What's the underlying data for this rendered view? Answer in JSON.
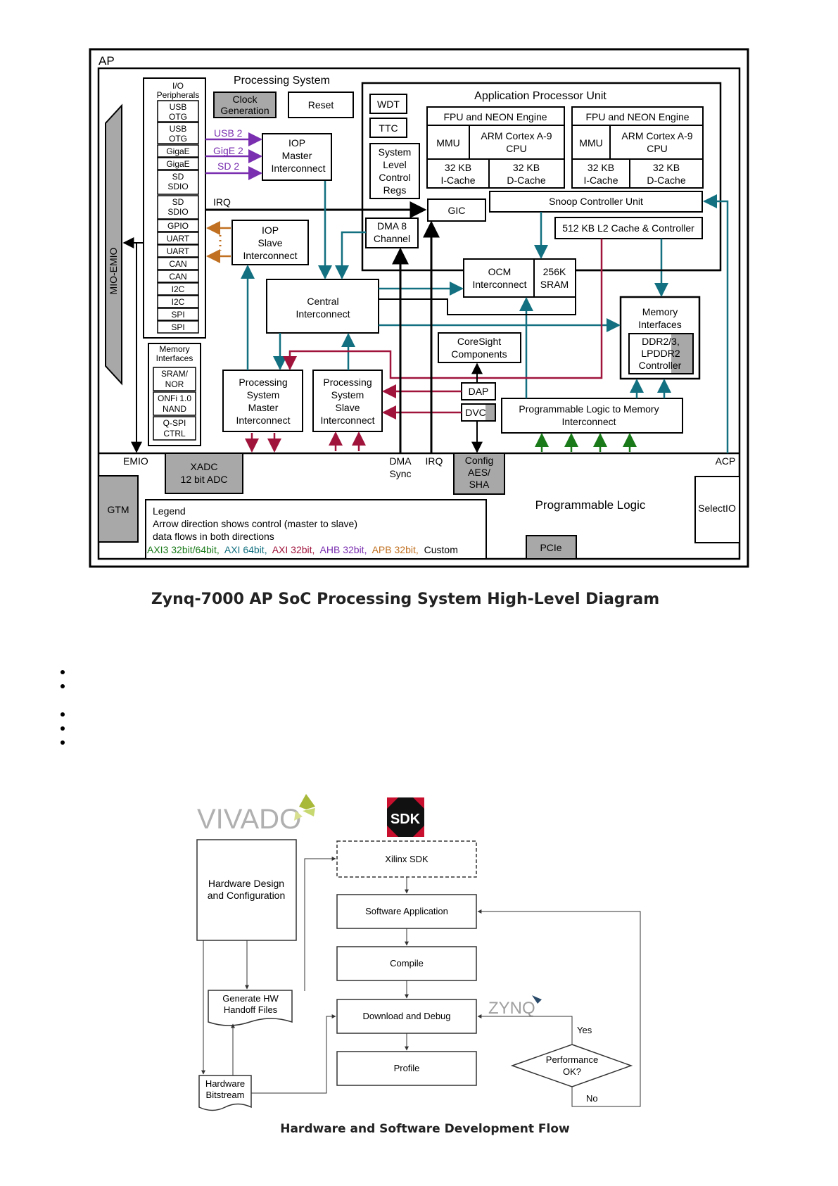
{
  "zynq_diagram": {
    "caption": "Zynq-7000 AP SoC Processing System High-Level Diagram",
    "ap_label": "AP",
    "processing_system": "Processing System",
    "io_peripherals": {
      "title": [
        "I/O",
        "Peripherals"
      ],
      "items": [
        [
          "USB",
          "OTG"
        ],
        [
          "USB",
          "OTG"
        ],
        [
          "GigaE"
        ],
        [
          "GigaE"
        ],
        [
          "SD",
          "SDIO"
        ],
        [
          "SD",
          "SDIO"
        ],
        [
          "GPIO"
        ],
        [
          "UART"
        ],
        [
          "UART"
        ],
        [
          "CAN"
        ],
        [
          "CAN"
        ],
        [
          "I2C"
        ],
        [
          "I2C"
        ],
        [
          "SPI"
        ],
        [
          "SPI"
        ]
      ]
    },
    "mio_emio": "MIO-EMIO",
    "clock_generation": [
      "Clock",
      "Generation"
    ],
    "reset": "Reset",
    "usb2": "USB 2",
    "gige2": "GigE 2",
    "sd2": "SD 2",
    "irq_left": "IRQ",
    "iop_master": [
      "IOP",
      "Master",
      "Interconnect"
    ],
    "iop_slave": [
      "IOP",
      "Slave",
      "Interconnect"
    ],
    "wdt": "WDT",
    "ttc": "TTC",
    "slcr": [
      "System",
      "Level",
      "Control",
      "Regs"
    ],
    "apu_title": "Application Processor Unit",
    "fpu_neon": "FPU and NEON Engine",
    "mmu": "MMU",
    "arm_cpu": [
      "ARM Cortex A-9",
      "CPU"
    ],
    "icache": [
      "32 KB",
      "I-Cache"
    ],
    "dcache": [
      "32 KB",
      "D-Cache"
    ],
    "gic": "GIC",
    "snoop": "Snoop Controller Unit",
    "l2_cache": "512 KB L2 Cache & Controller",
    "dma": [
      "DMA 8",
      "Channel"
    ],
    "ocm": [
      "OCM",
      "Interconnect"
    ],
    "sram256": [
      "256K",
      "SRAM"
    ],
    "central": [
      "Central",
      "Interconnect"
    ],
    "memory_interfaces_right": [
      "Memory",
      "Interfaces"
    ],
    "ddr_ctrl": [
      "DDR2/3,",
      "LPDDR2",
      "Controller"
    ],
    "memory_interfaces_left": {
      "title": [
        "Memory",
        "Interfaces"
      ],
      "items": [
        [
          "SRAM/",
          "NOR"
        ],
        [
          "ONFi 1.0",
          "NAND"
        ],
        [
          "Q-SPI",
          "CTRL"
        ]
      ]
    },
    "coresight": [
      "CoreSight",
      "Components"
    ],
    "dap": "DAP",
    "dvc": "DVC",
    "ps_master": [
      "Processing",
      "System",
      "Master",
      "Interconnect"
    ],
    "ps_slave": [
      "Processing",
      "System",
      "Slave",
      "Interconnect"
    ],
    "pl_mem": [
      "Programmable Logic to Memory",
      "Interconnect"
    ],
    "emio": "EMIO",
    "xadc": [
      "XADC",
      "12 bit ADC"
    ],
    "dma_sync": [
      "DMA",
      "Sync"
    ],
    "irq_bottom": "IRQ",
    "config": [
      "Config",
      "AES/",
      "SHA"
    ],
    "acp": "ACP",
    "gtm": "GTM",
    "programmable_logic": "Programmable Logic",
    "selectio": "SelectIO",
    "pcie": "PCIe",
    "legend": {
      "title": "Legend",
      "line1": "Arrow direction shows control (master to slave)",
      "line2": "data flows in both directions",
      "axi3": "AXI3 32bit/64bit,",
      "axi64": "AXI 64bit,",
      "axi32": "AXI 32bit,",
      "ahb": "AHB 32bit,",
      "apb": "APB 32bit,",
      "custom": "Custom"
    },
    "colors": {
      "axi3": "#1a7a1a",
      "axi64": "#127080",
      "axi32": "#a0143c",
      "ahb": "#7a2fb0",
      "apb": "#c07020",
      "gray": "#a8a8a8"
    }
  },
  "flow": {
    "caption": "Hardware and Software Development Flow",
    "vivado": "VIVADO",
    "sdk": "SDK",
    "zynq": "ZYNQ",
    "hw_design": [
      "Hardware Design",
      "and Configuration"
    ],
    "gen_hw": [
      "Generate HW",
      "Handoff Files"
    ],
    "bitstream": [
      "Hardware",
      "Bitstream"
    ],
    "xilinx_sdk": "Xilinx SDK",
    "sw_app": "Software Application",
    "compile": "Compile",
    "download": "Download and Debug",
    "profile": "Profile",
    "perf": [
      "Performance",
      "OK?"
    ],
    "yes": "Yes",
    "no": "No"
  }
}
